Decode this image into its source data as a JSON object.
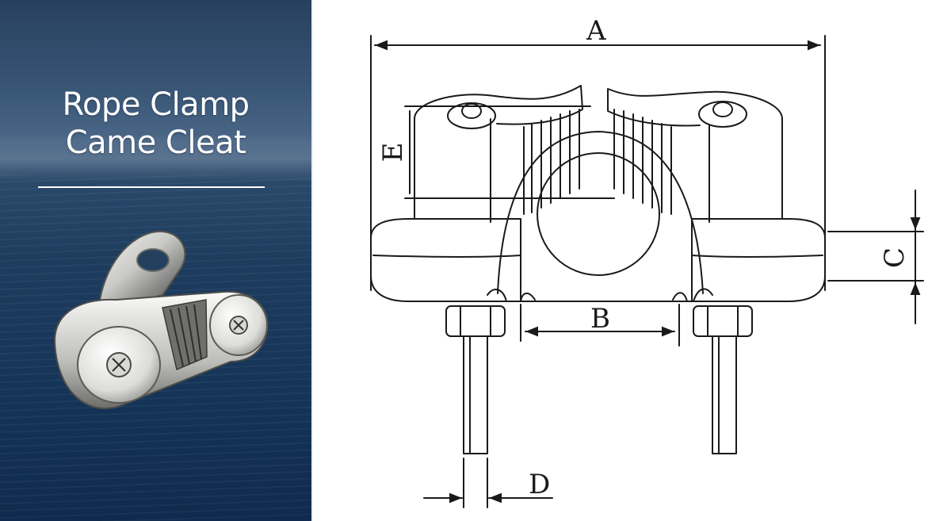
{
  "banner": {
    "title_lines": [
      "Rope Clamp",
      "Came Cleat"
    ],
    "background_color": "#1d3c5e",
    "text_color": "#ffffff"
  },
  "product_photo": {
    "subject": "stainless steel cam cleat with eye fairlead"
  },
  "drawing": {
    "dimension_labels": {
      "A": "A",
      "B": "B",
      "C": "C",
      "D": "D",
      "E": "E"
    },
    "line_color": "#1a1a1a"
  }
}
